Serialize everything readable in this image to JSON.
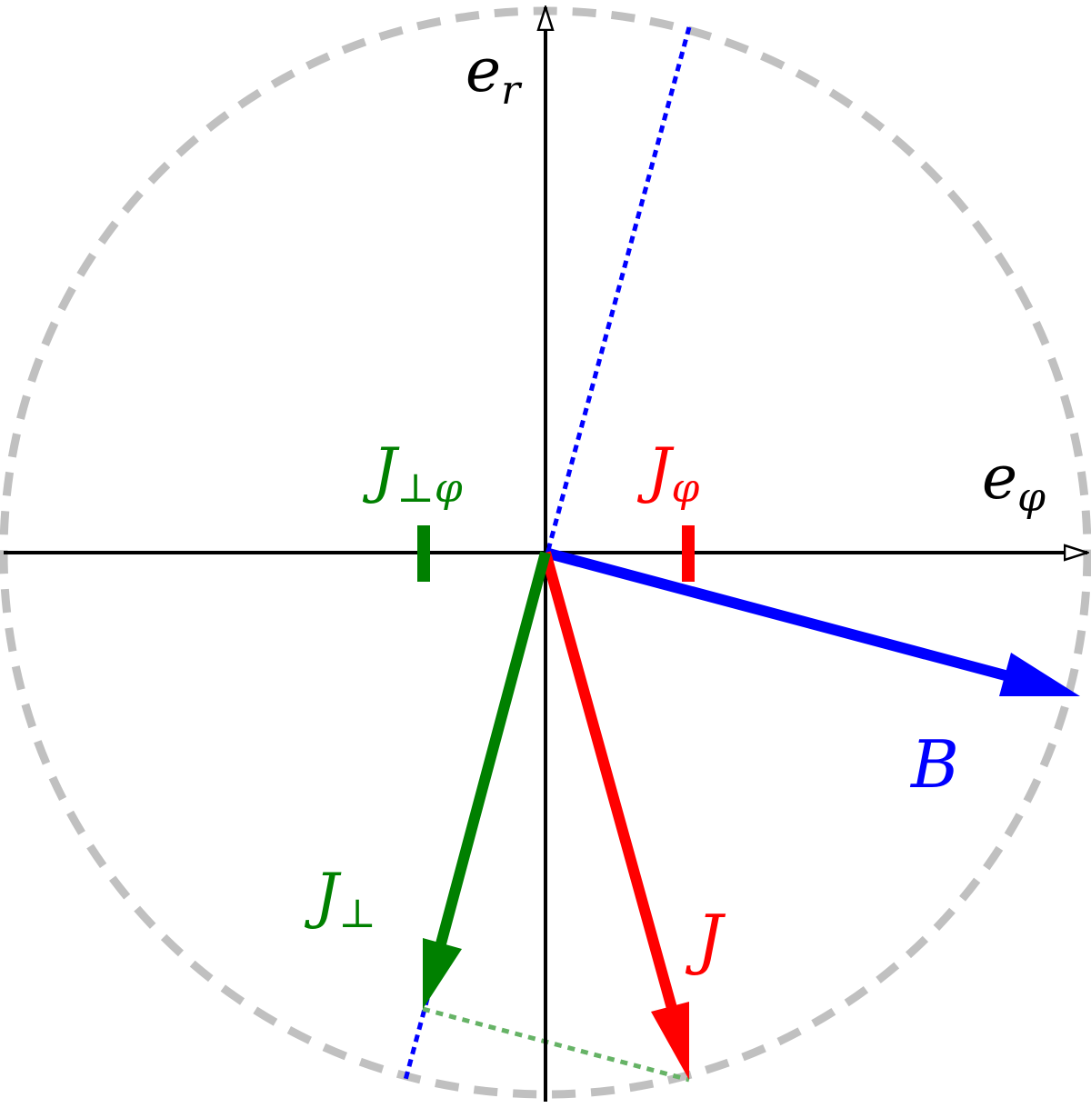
{
  "labels": {
    "axis_r": {
      "main": "e",
      "sub": "r"
    },
    "axis_phi": {
      "main": "e",
      "sub": "φ"
    },
    "B": "B",
    "J": "J",
    "J_phi": {
      "main": "J",
      "sub": "φ"
    },
    "J_perp": {
      "main": "J",
      "sub": "⊥"
    },
    "J_perp_phi": {
      "main": "J",
      "sub": "⊥φ"
    }
  },
  "colors": {
    "axes": "#000000",
    "circle": "#c0c0c0",
    "B": "#0000ff",
    "J": "#ff0000",
    "J_perp": "#008000",
    "projection": "#66b366"
  }
}
